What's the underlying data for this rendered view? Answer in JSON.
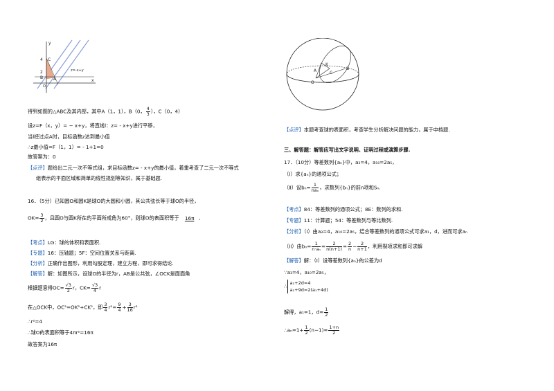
{
  "left": {
    "graph_labels": {
      "c": "C",
      "four": "4",
      "two": "2",
      "b": "B",
      "a": "A",
      "o": "O",
      "x": "x",
      "y": "y",
      "line": "z=-x+y"
    },
    "l1_pre": "得到如图的△ABC及其内部，其中A（1，1），B（0，",
    "l1_num": "4",
    "l1_den": "3",
    "l1_post": "），C（0，4）",
    "l2": "设z=F（x，y）= − x+y，将直线l：z= - x+y进行平移，",
    "l3": "当l经过点A时，目标函数z达到最小值",
    "l4": "∴z最小值=F（1，1）= - 1+1=0",
    "l5": "故答案为：0",
    "c1_tag": "【点评】",
    "c1_text": "题给出二元一次不等式组，求目标函数z= - x+y的最小值，着重考查了二元一次不等式",
    "c1_text2": "组表示的平面区域和简单的线性规划等知识，属于基础题.",
    "q16a": "16．（5分）已知圆O和圆K是球O的大圆和小圆，其公共弦长等于球O的半径，",
    "q16b_pre": "OK=",
    "q16b_num": "3",
    "q16b_den": "2",
    "q16b_mid": "，且圆O与圆K所在的平面所成角为60°，则球O的表面积等于",
    "q16b_blank": "16π",
    "q16b_end": "．",
    "k1_tag": "【考点】",
    "k1_text": "LG：球的体积和表面积.",
    "k2_tag": "【专题】",
    "k2_text": "16：压轴题；5F：空间位置关系与距离.",
    "k3_tag": "【分析】",
    "k3_text": "正确作出图形，利用勾股定理，建立方程，即可求得结论.",
    "k4_tag": "【解答】",
    "k4_text": "解：如图所示，设球O的半径为r，AB是公共弦，∠OCK是面面角",
    "s1_pre": "根据题意得OC=",
    "s1_n1": "√3",
    "s1_d1": "2",
    "s1_mid": "r，CK=",
    "s1_n2": "√3",
    "s1_d2": "4",
    "s1_post": "r",
    "s2_pre": "在△OCK中，OC²=OK²+CK²，即",
    "s2_n1": "3",
    "s2_d1": "4",
    "s2_mid1": "r²=",
    "s2_n2": "9",
    "s2_d2": "4",
    "s2_mid2": "+",
    "s2_n3": "3",
    "s2_d3": "16",
    "s2_post": "r²",
    "s3": "∴r²=4",
    "s4": "∴球O的表面积等于4πr²=16π",
    "s5": "故答案为16π"
  },
  "right": {
    "sphere_labels": {
      "k": "K",
      "a": "A",
      "b": "B",
      "c": "C",
      "o": "O"
    },
    "c2_tag": "【点评】",
    "c2_text": "本题考查球的表面积，考查学生分析解决问题的能力，属于中档题.",
    "sec3": "三、解答题：解答应写出文字说明、证明过程或演算步骤.",
    "q17": "17．（10分）等差数列{aₙ}中，a₃=4，a₁₀=2a₅，",
    "q17i": "（Ⅰ）求{aₙ}的通项公式；",
    "q17ii_pre": "（Ⅱ）设bₙ=",
    "q17ii_num": "1",
    "q17ii_den": "naₙ",
    "q17ii_post": "，求数列{bₙ}的前n项和Sₙ.",
    "k1_tag": "【考点】",
    "k1_text": "84：等差数列的通项公式；8E：数列的求和.",
    "k2_tag": "【专题】",
    "k2_text": "11：计算题；54：等差数列与等比数列.",
    "k3_tag": "【分析】",
    "k3_text": "（I）由a₃=4，a₁₀=2a₅，结合等差数列的通项公式可求a₁，d，进而可求aₙ",
    "k3b_pre": "（II）由bₙ=",
    "k3b_n1": "1",
    "k3b_d1": "n·aₙ",
    "k3b_eq1": "=",
    "k3b_n2": "2",
    "k3b_d2": "n(n+1)",
    "k3b_eq2": "=",
    "k3b_n3": "2",
    "k3b_d3": "n",
    "k3b_minus": "−",
    "k3b_n4": "2",
    "k3b_d4": "n+1",
    "k3b_post": "，利用裂项求和即可求解",
    "k4_tag": "【解答】",
    "k4_text": "解：（I）设等差数列{aₙ}的公差为d",
    "r1": "∵a₃=4，a₁₀=2a₅，",
    "r2_pre": "∴",
    "r2_l1": "a₁+2d=4",
    "r2_l2": "a₁+9d=2(a₁+4d)",
    "r3_pre": "解得，a₁=1，d=",
    "r3_num": "1",
    "r3_den": "2",
    "r4_pre": "∴aₙ=1+",
    "r4_n1": "1",
    "r4_d1": "2",
    "r4_mid": "(n−1)=",
    "r4_n2": "1+n",
    "r4_d2": "2"
  }
}
